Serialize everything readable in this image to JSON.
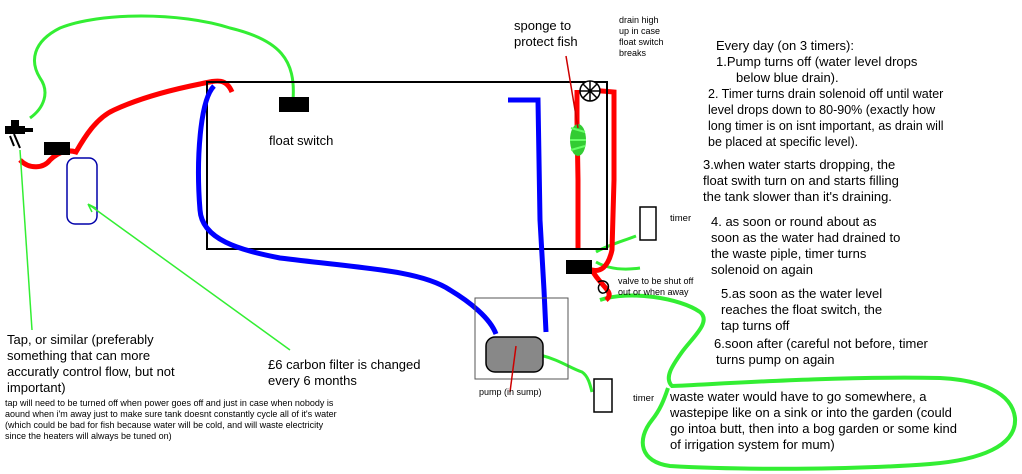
{
  "colors": {
    "tank_outline": "#000000",
    "red_pipe": "#ff0000",
    "blue_pipe": "#0000ff",
    "green_wire": "#33ee33",
    "sponge": "#33cc33",
    "filter_outline": "#0000aa",
    "pump_fill": "#888888"
  },
  "labels": {
    "sponge": [
      "sponge to",
      "protect fish"
    ],
    "drain_high": [
      "drain high",
      "up in case",
      "float switch",
      "breaks"
    ],
    "float_switch": "float switch",
    "timer_right": "timer",
    "valve": [
      "valve to be shut off",
      "out or when away"
    ],
    "pump": "pump (in sump)",
    "timer_bottom": "timer",
    "carbon_filter": [
      "£6 carbon filter is changed",
      "every 6 months"
    ],
    "tap": [
      "Tap, or similar (preferably",
      "something that can more",
      "accuratly control flow, but not",
      "important)"
    ],
    "tap_note": [
      "tap will need to be turned off when power goes off and just in case when nobody is",
      "aound when i'm away just to make sure tank doesnt constantly cycle all of it's water",
      "(which could be bad for fish because water will be cold, and will waste electricity",
      "since the heaters will always be tuned on)"
    ],
    "waste": [
      "waste water would have to go somewhere, a",
      "wastepipe like on a sink or into the garden (could",
      "go intoa butt, then into a bog garden or some kind",
      "of irrigation system for mum)"
    ]
  },
  "steps": {
    "heading": "Every day (on 3 timers):",
    "s1": [
      "1.Pump turns off (water level drops",
      "below blue drain)."
    ],
    "s2": [
      "2. Timer turns drain solenoid off until water",
      "level drops down to 80-90% (exactly how",
      "long timer is on isnt important, as drain will",
      "be placed at specific level)."
    ],
    "s3": [
      "3.when water starts dropping, the",
      "float swith turn on and starts filling",
      "the tank slower than it's draining."
    ],
    "s4": [
      "4. as soon or round about as",
      "soon as the water had drained to",
      "the waste piple, timer turns",
      "solenoid on again"
    ],
    "s5": [
      "5.as soon as the water level",
      "reaches the float switch, the",
      "tap turns off"
    ],
    "s6": [
      "6.soon after (careful not before, timer",
      "turns pump on again"
    ]
  }
}
